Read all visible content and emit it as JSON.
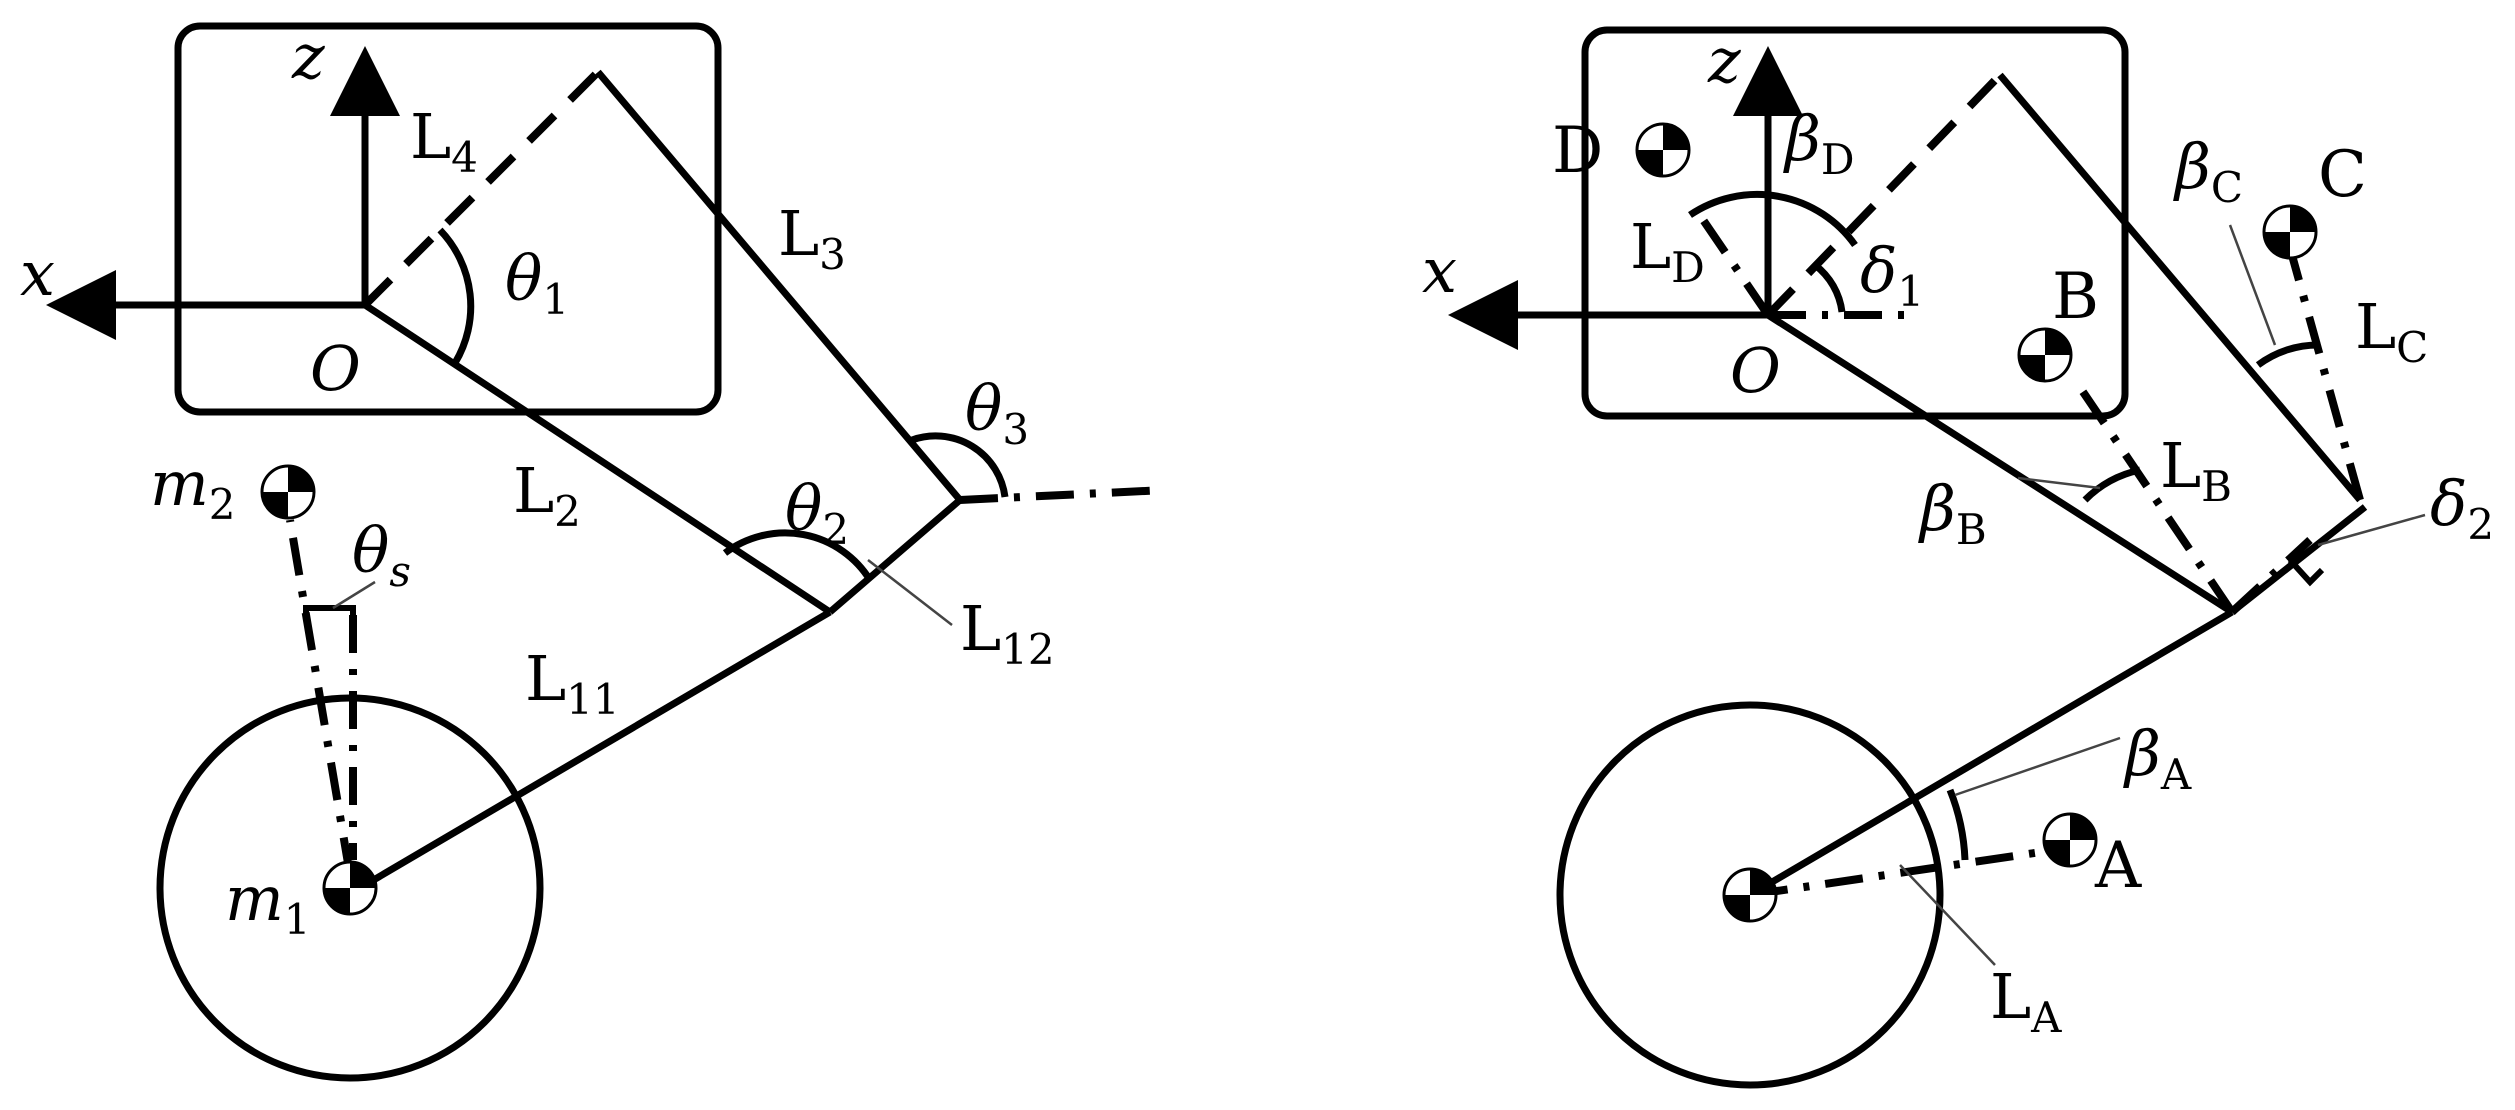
{
  "left": {
    "axis_z": "z",
    "axis_x": "x",
    "origin": "O",
    "L4": {
      "main": "L",
      "sub": "4"
    },
    "L3": {
      "main": "L",
      "sub": "3"
    },
    "L2": {
      "main": "L",
      "sub": "2"
    },
    "L11": {
      "main": "L",
      "sub": "11"
    },
    "L12": {
      "main": "L",
      "sub": "12"
    },
    "theta1": {
      "main": "θ",
      "sub": "1"
    },
    "theta2": {
      "main": "θ",
      "sub": "2"
    },
    "theta3": {
      "main": "θ",
      "sub": "3"
    },
    "thetas": {
      "main": "θ",
      "sub": "s"
    },
    "m1": {
      "main": "m",
      "sub": "1"
    },
    "m2": {
      "main": "m",
      "sub": "2"
    }
  },
  "right": {
    "axis_z": "z",
    "axis_x": "x",
    "origin": "O",
    "A": "A",
    "B": "B",
    "C": "C",
    "D": "D",
    "LA": {
      "main": "L",
      "sub": "A"
    },
    "LB": {
      "main": "L",
      "sub": "B"
    },
    "LC": {
      "main": "L",
      "sub": "C"
    },
    "LD": {
      "main": "L",
      "sub": "D"
    },
    "betaA": {
      "main": "β",
      "sub": "A"
    },
    "betaB": {
      "main": "β",
      "sub": "B"
    },
    "betaC": {
      "main": "β",
      "sub": "C"
    },
    "betaD": {
      "main": "β",
      "sub": "D"
    },
    "delta1": {
      "main": "δ",
      "sub": "1"
    },
    "delta2": {
      "main": "δ",
      "sub": "2"
    }
  }
}
